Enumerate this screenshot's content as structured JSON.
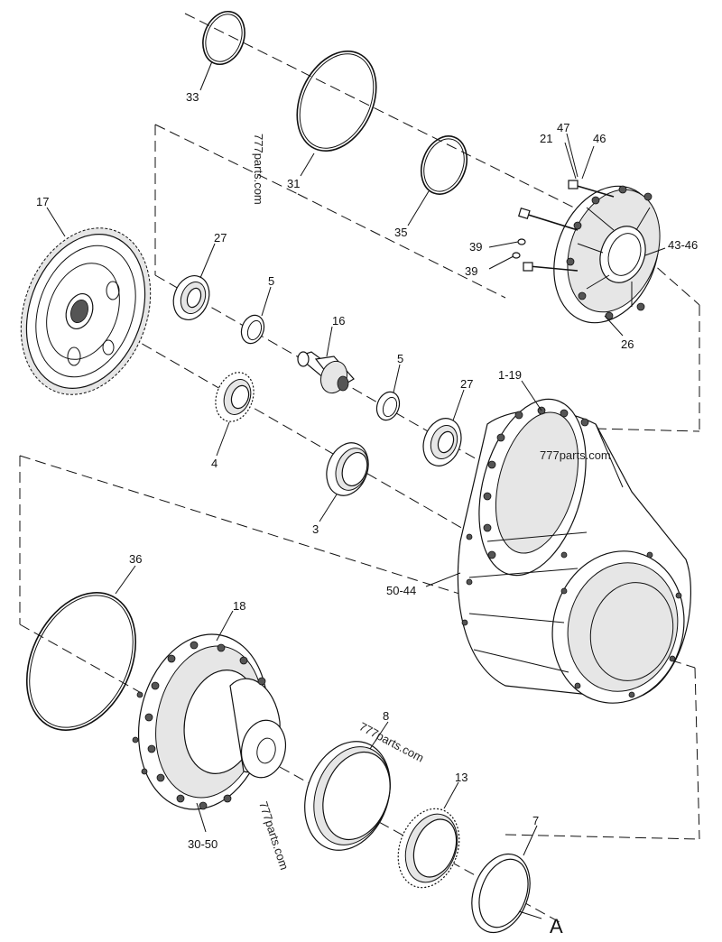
{
  "callouts": {
    "c33": "33",
    "c31": "31",
    "c35": "35",
    "c21": "21",
    "c47": "47",
    "c46": "46",
    "c39a": "39",
    "c39b": "39",
    "c43_46": "43-46",
    "c26": "26",
    "c17": "17",
    "c27a": "27",
    "c5a": "5",
    "c16": "16",
    "c5b": "5",
    "c27b": "27",
    "c1_19": "1-19",
    "c4": "4",
    "c3": "3",
    "c50_44": "50-44",
    "c36": "36",
    "c18": "18",
    "c8": "8",
    "c13": "13",
    "c7": "7",
    "c30_50": "30-50",
    "ref_a": "A"
  },
  "watermarks": {
    "w1": "777parts.com",
    "w2": "777parts.com",
    "w3": "777parts.com",
    "w4": "777parts.com"
  }
}
